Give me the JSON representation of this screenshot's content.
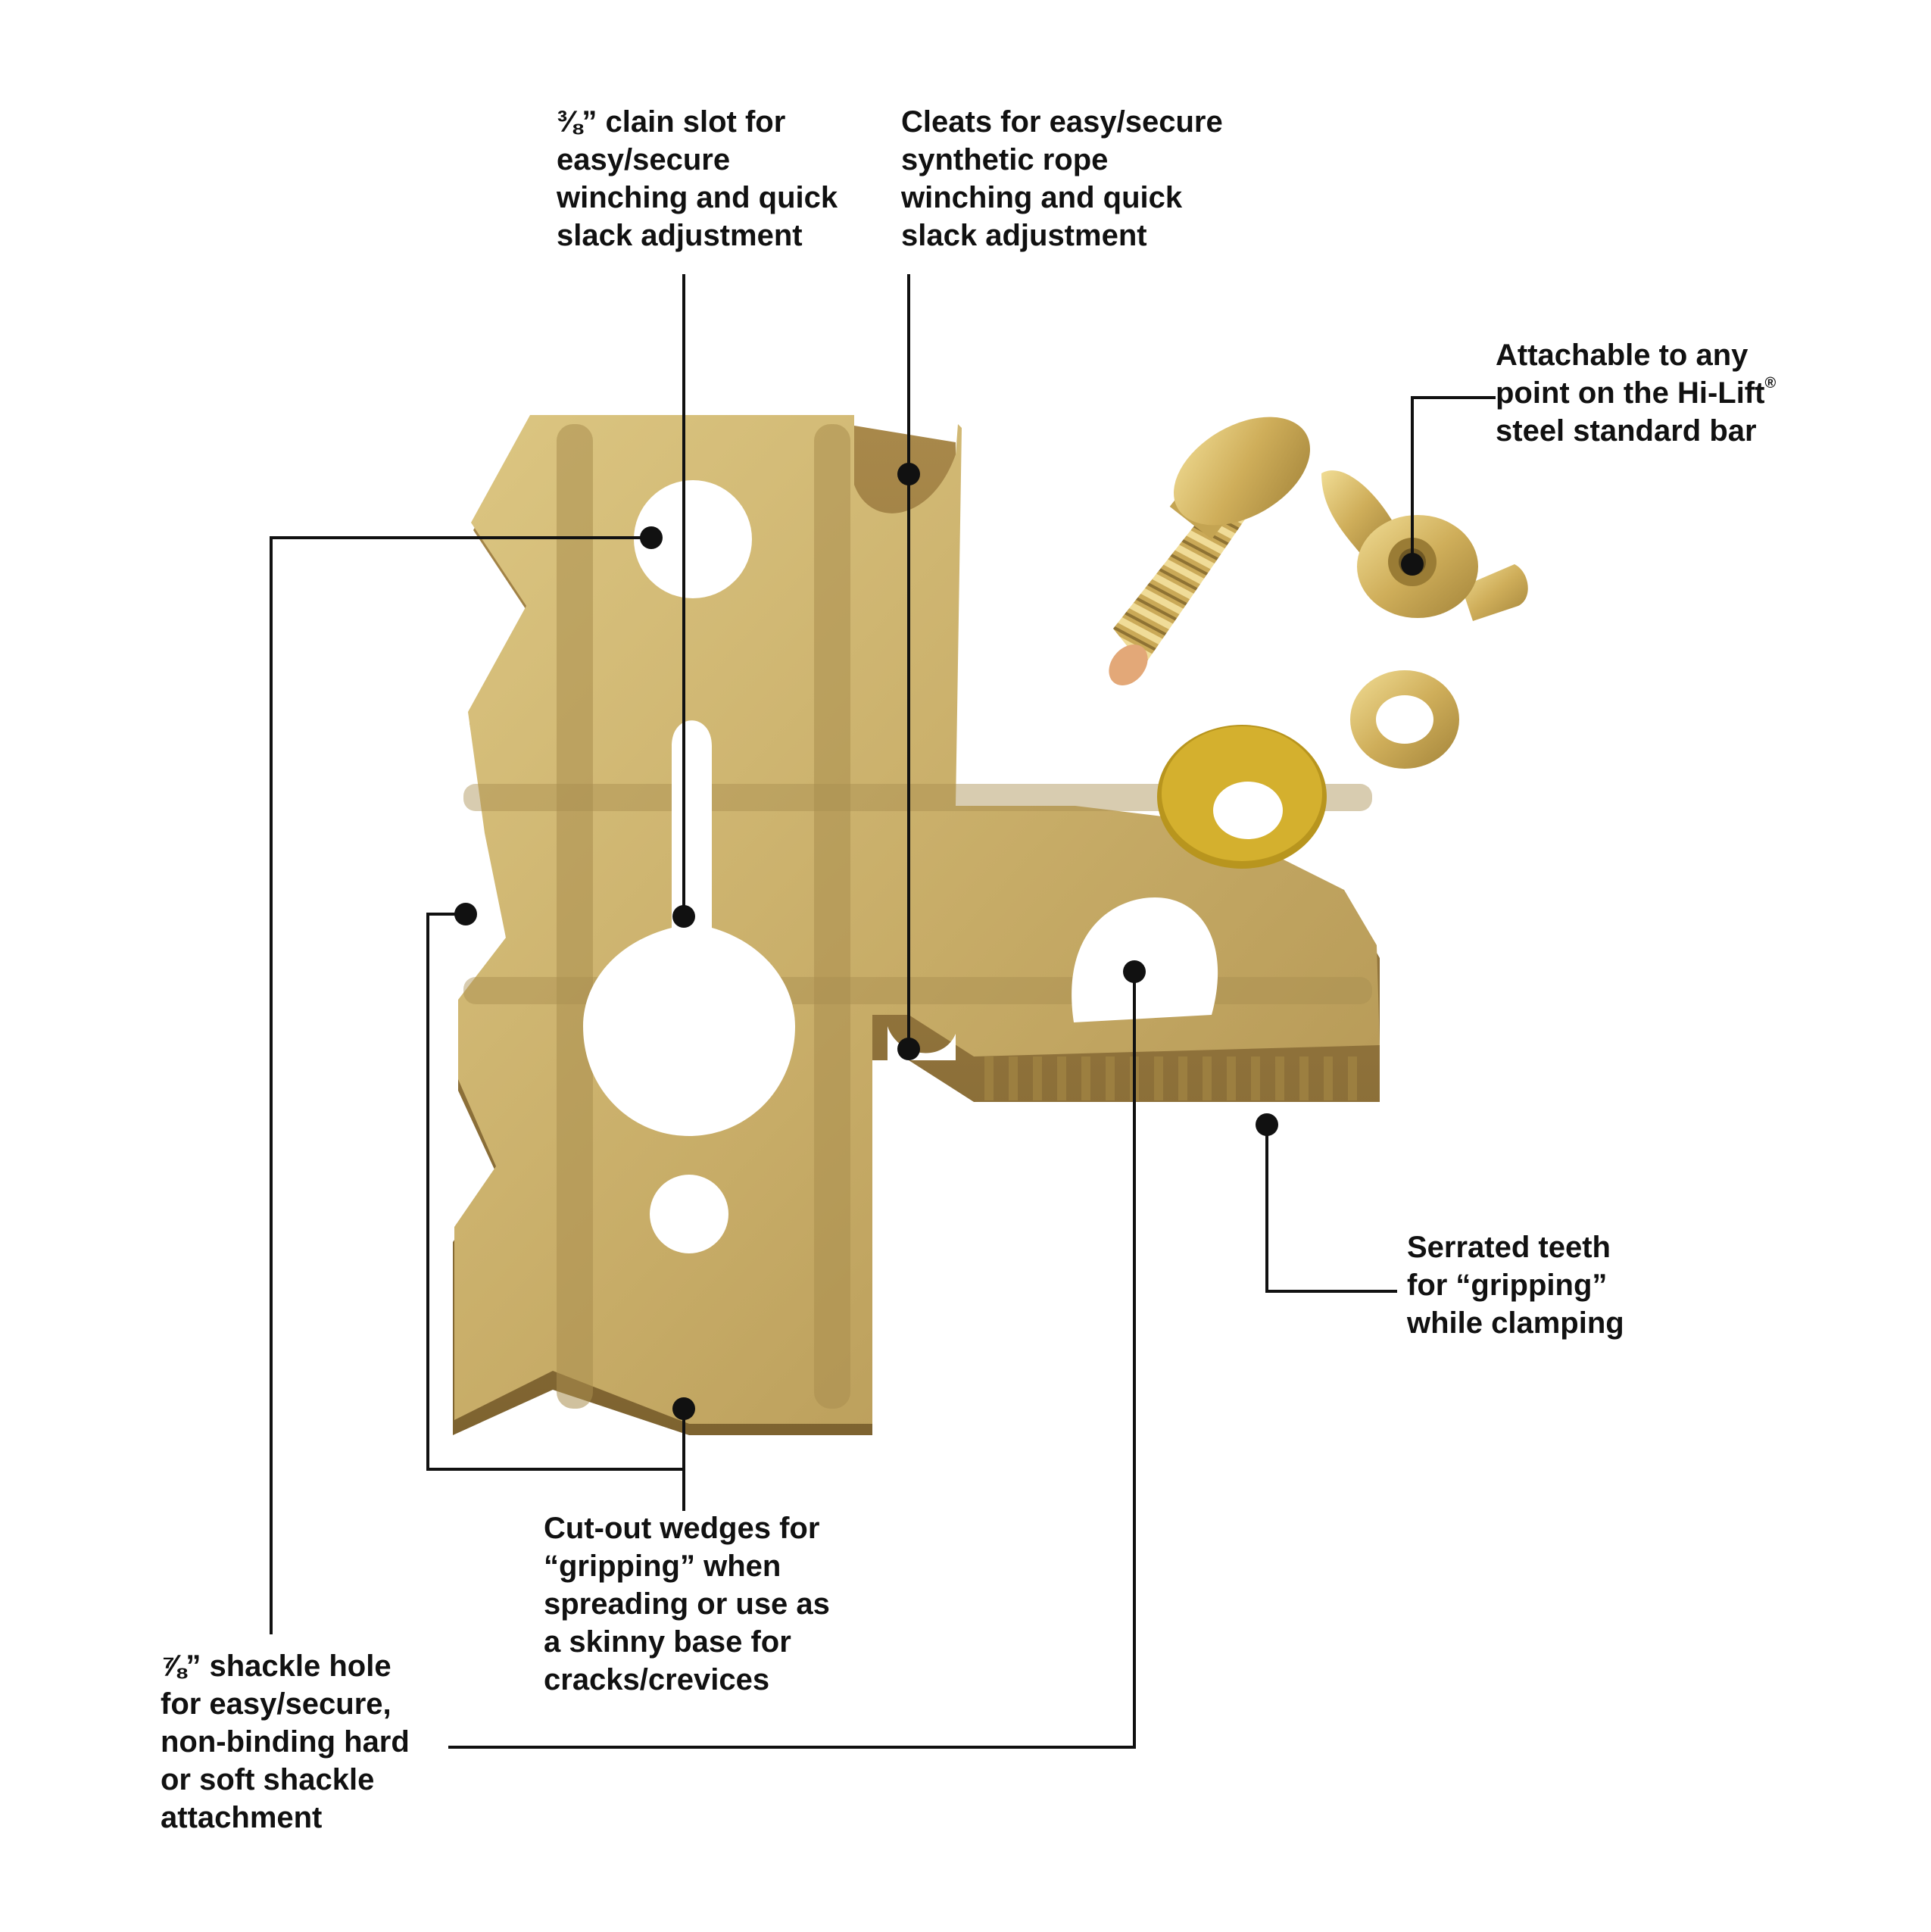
{
  "callouts": {
    "chain_slot": {
      "lines": [
        "⅜” clain slot for",
        "easy/secure",
        "winching and quick",
        "slack adjustment"
      ]
    },
    "cleats": {
      "lines": [
        "Cleats for easy/secure",
        "synthetic rope",
        "winching and quick",
        "slack adjustment"
      ]
    },
    "attachable": {
      "lines": [
        "Attachable to any",
        "point on the Hi-Lift",
        "steel standard bar"
      ],
      "registered_mark": "®"
    },
    "serrated_teeth": {
      "lines": [
        "Serrated teeth",
        "for “gripping”",
        "while clamping"
      ]
    },
    "wedges": {
      "lines": [
        "Cut-out wedges for",
        "“gripping” when",
        "spreading or use as",
        "a skinny base for",
        "cracks/crevices"
      ]
    },
    "shackle_hole": {
      "lines": [
        "⅞” shackle hole",
        "for easy/secure,",
        "non-binding hard",
        "or soft shackle",
        "attachment"
      ]
    }
  },
  "colors": {
    "text": "#111111",
    "leader_line": "#111111",
    "brass_light": "#d9c27e",
    "brass_mid": "#bfa05a",
    "brass_dark": "#8f7438",
    "zinc_light": "#e9d68f",
    "zinc_dark": "#a88a3c"
  }
}
